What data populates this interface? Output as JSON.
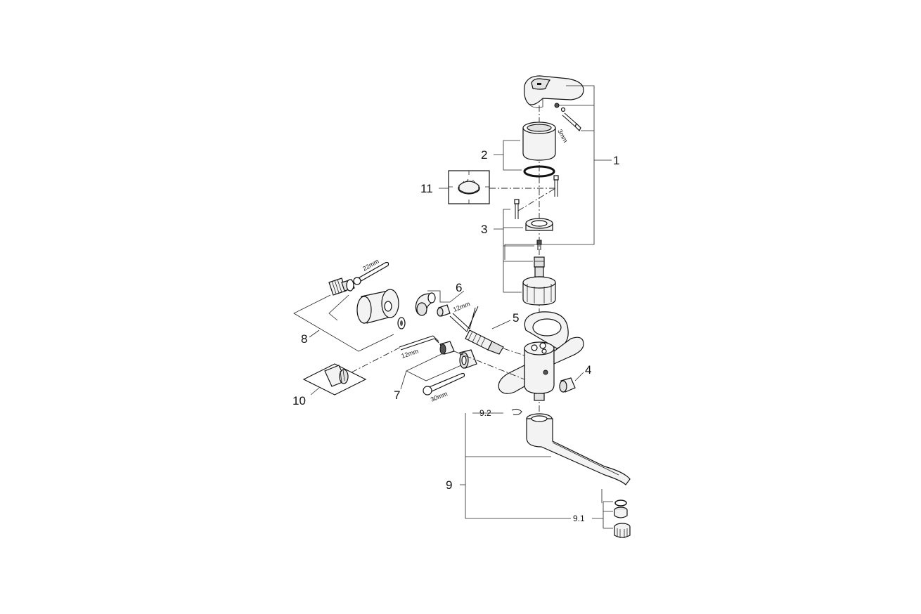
{
  "callouts": {
    "c1": "1",
    "c2": "2",
    "c3": "3",
    "c4": "4",
    "c5": "5",
    "c6": "6",
    "c7": "7",
    "c8": "8",
    "c9": "9",
    "c9_1": "9.1",
    "c9_2": "9.2",
    "c10": "10",
    "c11": "11"
  },
  "tool_sizes": {
    "allen_3mm": "3mm",
    "wrench_22mm": "22mm",
    "allen_12mm_top": "12mm",
    "allen_12mm_bottom": "12mm",
    "wrench_30mm": "30mm"
  }
}
